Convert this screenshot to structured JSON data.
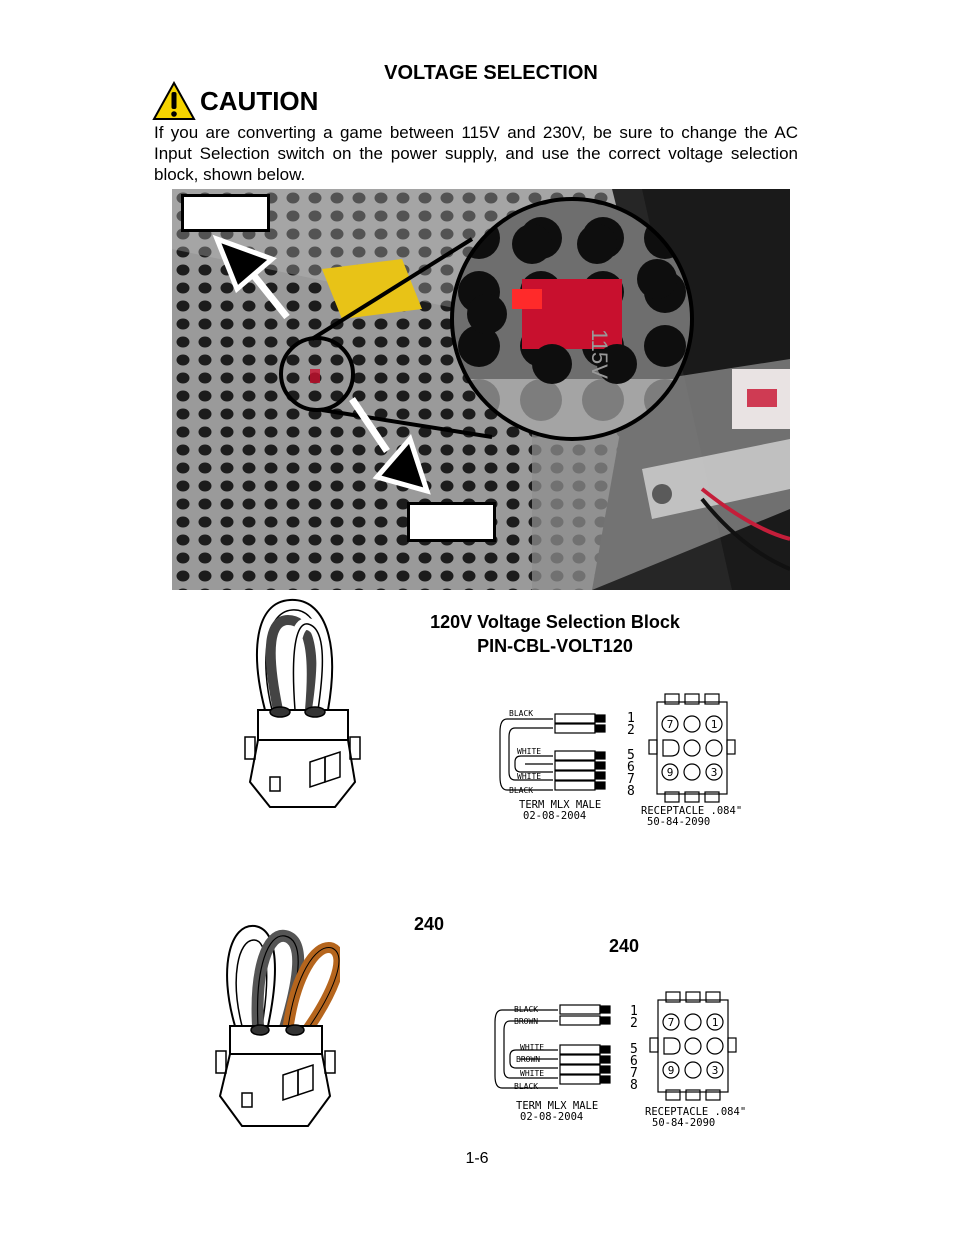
{
  "heading": "VOLTAGE SELECTION",
  "caution": "CAUTION",
  "intro": "If you are converting a game between 115V and 230V, be sure to change the AC Input Selection switch on the power supply, and use the correct voltage selection block, shown below.",
  "photo": {
    "switch_marking": "115V"
  },
  "block120": {
    "title_line1": "120V Voltage Selection Block",
    "title_line2": "PIN-CBL-VOLT120",
    "diagram": {
      "wires": [
        "BLACK",
        "WHITE",
        "WHITE",
        "BLACK"
      ],
      "pins": [
        "1",
        "2",
        "5",
        "6",
        "7",
        "8"
      ],
      "connector_label": "TERM MLX MALE",
      "connector_date": "02-08-2004",
      "receptacle_label": "RECEPTACLE .084\"",
      "receptacle_part": "50-84-2090",
      "receptacle_pins": [
        "7",
        "1",
        "9",
        "3"
      ]
    }
  },
  "block240": {
    "title_line1": "240",
    "title_line2": "240",
    "diagram": {
      "wires": [
        "BLACK",
        "BROWN",
        "WHITE",
        "BROWN",
        "WHITE",
        "BLACK"
      ],
      "pins": [
        "1",
        "2",
        "5",
        "6",
        "7",
        "8"
      ],
      "connector_label": "TERM MLX MALE",
      "connector_date": "02-08-2004",
      "receptacle_label": "RECEPTACLE .084\"",
      "receptacle_part": "50-84-2090",
      "receptacle_pins": [
        "7",
        "1",
        "9",
        "3"
      ]
    }
  },
  "page_number": "1-6",
  "colors": {
    "caution_yellow": "#f5d400",
    "wire_gray": "#5a5a5a",
    "wire_brown": "#b5651d",
    "switch_red": "#c8102e"
  },
  "icons": [
    "warning-triangle-icon",
    "arrow-up-left-icon",
    "arrow-down-right-icon"
  ]
}
